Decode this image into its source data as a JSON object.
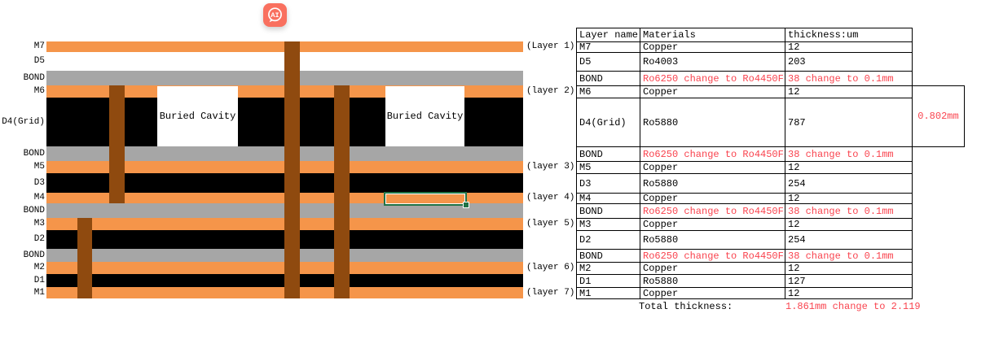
{
  "ai_badge": {
    "label": "AI"
  },
  "diagram": {
    "left_labels": [
      "M7",
      "D5",
      "BOND",
      "M6",
      "D4(Grid)",
      "BOND",
      "M5",
      "D3",
      "M4",
      "BOND",
      "M3",
      "D2",
      "BOND",
      "M2",
      "D1",
      "M1"
    ],
    "right_labels": [
      "(Layer 1)",
      "(layer 2)",
      "(layer 3)",
      "(layer 4)",
      "(layer 5)",
      "(layer 6)",
      "(layer 7)"
    ],
    "cavity_label": "Buried Cavity",
    "colors": {
      "copper": "#F5954A",
      "bond_film": "#A6A6A6",
      "core_dielectric": "#000000",
      "via": "#8F4A0F",
      "selection_green": "#217346",
      "change_red": "#F9434E",
      "ai_button": "#F9705F"
    }
  },
  "table": {
    "headers": [
      "Layer name",
      "Materials",
      "thickness:um"
    ],
    "rows": [
      {
        "layer": "M7",
        "material": "Copper",
        "thickness": "12"
      },
      {
        "layer": "D5",
        "material": "Ro4003",
        "thickness": "203"
      },
      {
        "layer": "BOND",
        "material": "Ro6250 change to Ro4450F",
        "thickness": "38 change to 0.1mm",
        "changed": true
      },
      {
        "layer": "M6",
        "material": "Copper",
        "thickness": "12"
      },
      {
        "layer": "D4(Grid)",
        "material": "Ro5880",
        "thickness": "787"
      },
      {
        "layer": "BOND",
        "material": "Ro6250 change to Ro4450F",
        "thickness": "38 change to 0.1mm",
        "changed": true
      },
      {
        "layer": "M5",
        "material": "Copper",
        "thickness": "12"
      },
      {
        "layer": "D3",
        "material": "Ro5880",
        "thickness": "254"
      },
      {
        "layer": "M4",
        "material": "Copper",
        "thickness": "12"
      },
      {
        "layer": "BOND",
        "material": "Ro6250 change to Ro4450F",
        "thickness": "38 change to 0.1mm",
        "changed": true
      },
      {
        "layer": "M3",
        "material": "Copper",
        "thickness": "12"
      },
      {
        "layer": "D2",
        "material": "Ro5880",
        "thickness": "254"
      },
      {
        "layer": "BOND",
        "material": "Ro6250 change to Ro4450F",
        "thickness": "38 change to 0.1mm",
        "changed": true
      },
      {
        "layer": "M2",
        "material": "Copper",
        "thickness": "12"
      },
      {
        "layer": "D1",
        "material": "Ro5880",
        "thickness": "127"
      },
      {
        "layer": "M1",
        "material": "Copper",
        "thickness": "12"
      }
    ],
    "total_label": "Total thickness:",
    "total_value": "1.861mm change to 2.119",
    "side_annotation": "0.802mm"
  }
}
